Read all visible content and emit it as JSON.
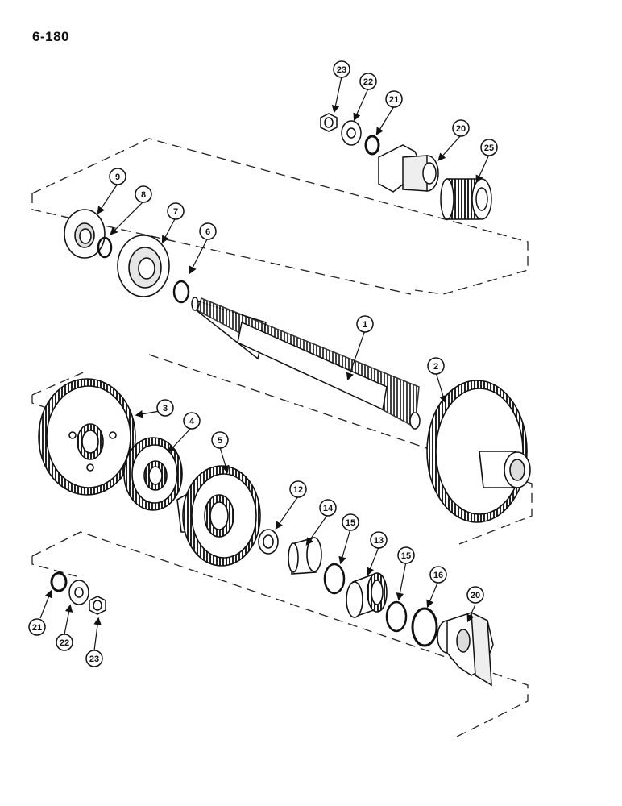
{
  "page": {
    "number": "6-180"
  },
  "callouts": [
    {
      "id": "c23a",
      "label": "23"
    },
    {
      "id": "c22a",
      "label": "22"
    },
    {
      "id": "c21a",
      "label": "21"
    },
    {
      "id": "c20a",
      "label": "20"
    },
    {
      "id": "c25",
      "label": "25"
    },
    {
      "id": "c9",
      "label": "9"
    },
    {
      "id": "c8",
      "label": "8"
    },
    {
      "id": "c7",
      "label": "7"
    },
    {
      "id": "c6",
      "label": "6"
    },
    {
      "id": "c1",
      "label": "1"
    },
    {
      "id": "c2",
      "label": "2"
    },
    {
      "id": "c3",
      "label": "3"
    },
    {
      "id": "c4",
      "label": "4"
    },
    {
      "id": "c5",
      "label": "5"
    },
    {
      "id": "c12",
      "label": "12"
    },
    {
      "id": "c14",
      "label": "14"
    },
    {
      "id": "c15a",
      "label": "15"
    },
    {
      "id": "c13",
      "label": "13"
    },
    {
      "id": "c15b",
      "label": "15"
    },
    {
      "id": "c16",
      "label": "16"
    },
    {
      "id": "c20b",
      "label": "20"
    },
    {
      "id": "c21b",
      "label": "21"
    },
    {
      "id": "c22b",
      "label": "22"
    },
    {
      "id": "c23b",
      "label": "23"
    }
  ]
}
